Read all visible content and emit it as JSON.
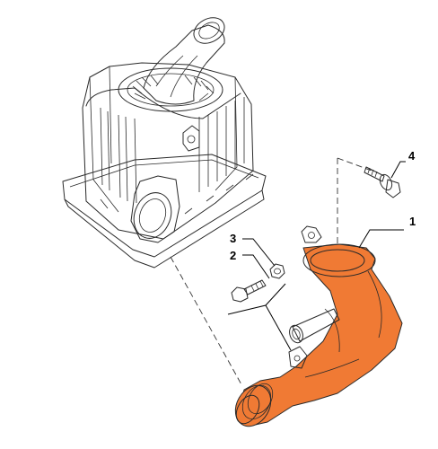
{
  "callouts": {
    "c1": "1",
    "c2": "2",
    "c3": "3",
    "c4": "4"
  },
  "colors": {
    "highlighted_part": "#f07a34",
    "line_art": "#2a2a2a",
    "background": "#ffffff"
  },
  "parts": [
    {
      "callout": "1",
      "icon": "air-intake-duct-icon",
      "highlighted": true
    },
    {
      "callout": "2",
      "icon": "bolt-icon"
    },
    {
      "callout": "3",
      "icon": "nut-icon"
    },
    {
      "callout": "4",
      "icon": "flanged-bolt-icon"
    }
  ],
  "assembly_icon": "air-filter-housing-icon"
}
